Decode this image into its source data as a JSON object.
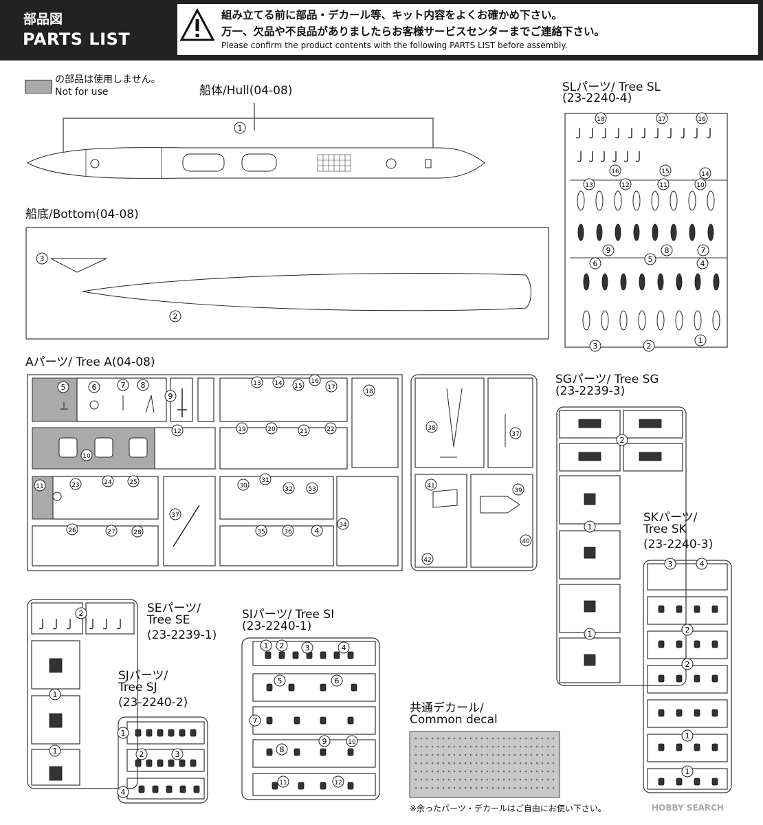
{
  "header": {
    "title_jp": "部品図",
    "title_en": "PARTS LIST",
    "warning_line1": "組み立てる前に部品・デカール等、キット内容をよくお確かめ下さい。",
    "warning_line2": "万一、欠品や不良品がありましたらお客様サービスセンターまでご連絡下さい。",
    "warning_line3": "Please confirm the product contents with the following PARTS LIST before assembly."
  },
  "legend": {
    "jp": "の部品は使用しません。",
    "en": "Not for use"
  },
  "hull": {
    "label": "船体/Hull(04-08)",
    "part": "1"
  },
  "bottom": {
    "label": "船底/Bottom(04-08)",
    "parts": [
      "3",
      "2"
    ]
  },
  "tree_sl": {
    "label": "SLパーツ/ Tree SL",
    "code": "(23-2240-4)",
    "nums": [
      "18",
      "17",
      "16",
      "16",
      "15",
      "14",
      "13",
      "12",
      "11",
      "10",
      "9",
      "8",
      "7",
      "6",
      "5",
      "4",
      "3",
      "2",
      "1"
    ]
  },
  "tree_a": {
    "label": "Aパーツ/ Tree A(04-08)",
    "nums": [
      "5",
      "6",
      "7",
      "8",
      "9",
      "13",
      "14",
      "15",
      "16",
      "17",
      "18",
      "12",
      "10",
      "19",
      "20",
      "21",
      "22",
      "11",
      "23",
      "24",
      "25",
      "30",
      "31",
      "32",
      "53",
      "37",
      "26",
      "27",
      "28",
      "35",
      "36",
      "4",
      "34",
      "38",
      "37",
      "41",
      "39",
      "42",
      "40"
    ]
  },
  "tree_sg": {
    "label": "SGパーツ/ Tree SG",
    "code": "(23-2239-3)",
    "nums": [
      "2",
      "1",
      "1"
    ]
  },
  "tree_sk": {
    "label1": "SKパーツ/",
    "label2": "Tree SK",
    "code": "(23-2240-3)",
    "nums": [
      "3",
      "4",
      "2",
      "2",
      "1",
      "1"
    ]
  },
  "tree_se": {
    "label1": "SEパーツ/",
    "label2": "Tree SE",
    "code": "(23-2239-1)",
    "nums": [
      "2",
      "1",
      "1"
    ]
  },
  "tree_sj": {
    "label1": "SJパーツ/",
    "label2": "Tree SJ",
    "code": "(23-2240-2)",
    "nums": [
      "1",
      "2",
      "3",
      "4"
    ]
  },
  "tree_si": {
    "label": "SIパーツ/ Tree SI",
    "code": "(23-2240-1)",
    "nums": [
      "1",
      "2",
      "3",
      "4",
      "5",
      "6",
      "7",
      "8",
      "9",
      "10",
      "11",
      "12"
    ]
  },
  "decal": {
    "label1": "共通デカール/",
    "label2": "Common decal"
  },
  "footer": {
    "note": "※余ったパーツ・デカールはご自由にお使い下さい。",
    "watermark": "HOBBY SEARCH"
  }
}
